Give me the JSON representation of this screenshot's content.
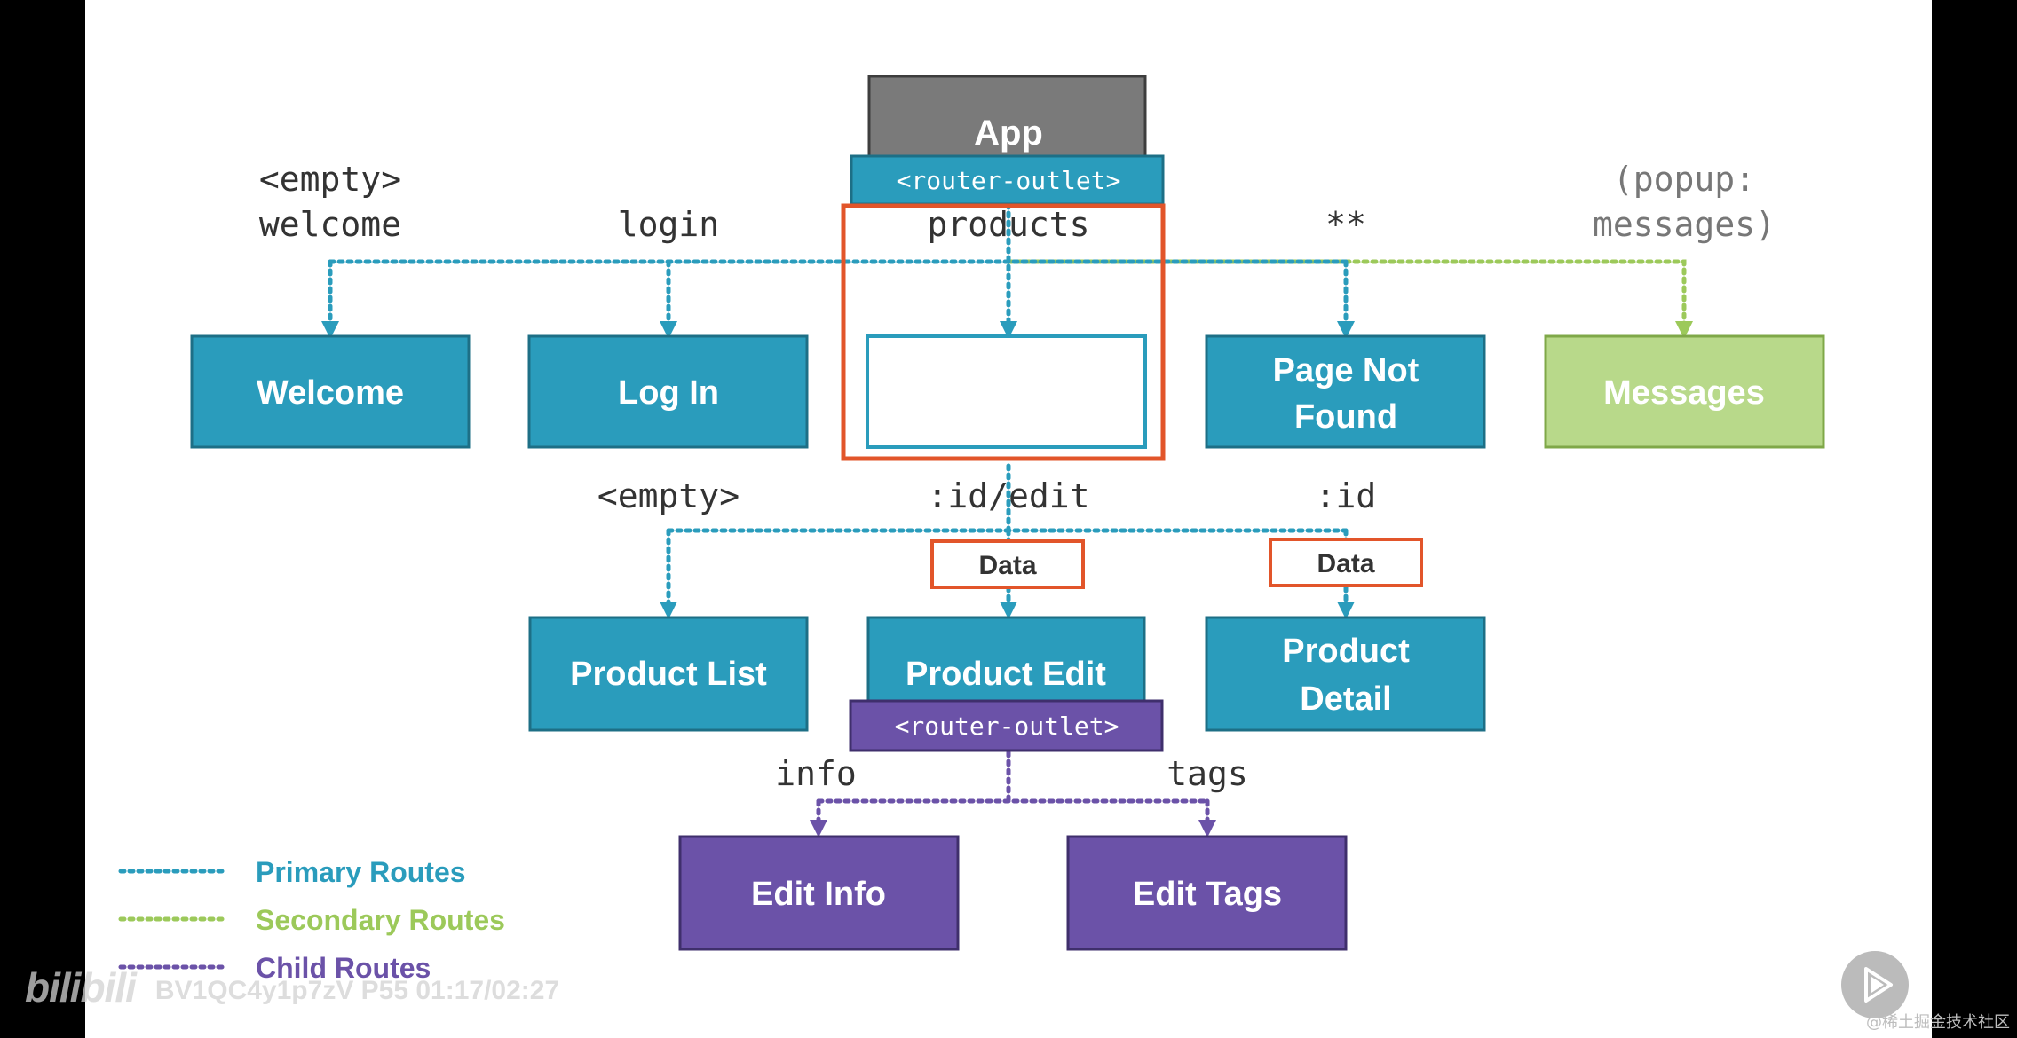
{
  "colors": {
    "primary": "#2a9cbc",
    "secondary": "#9cc95a",
    "secondary_fill": "#b8d98a",
    "child": "#6b52a8",
    "app": "#7a7a7a",
    "highlight": "#e2552a",
    "label": "#333333"
  },
  "boxes": {
    "app": "App",
    "app_outlet": "<router-outlet>",
    "welcome": "Welcome",
    "login": "Log In",
    "page_not_found": [
      "Page Not",
      "Found"
    ],
    "messages": "Messages",
    "product_list": "Product List",
    "product_edit": "Product Edit",
    "edit_outlet": "<router-outlet>",
    "product_detail": [
      "Product",
      "Detail"
    ],
    "edit_info": "Edit Info",
    "edit_tags": "Edit Tags",
    "data_edit": "Data",
    "data_detail": "Data"
  },
  "route_labels": {
    "welcome": [
      "<empty>",
      "welcome"
    ],
    "login": "login",
    "products": "products",
    "wildcard": "**",
    "popup": [
      "(popup:",
      "messages)"
    ],
    "product_list": "<empty>",
    "product_edit": ":id/edit",
    "product_detail": ":id",
    "info": "info",
    "tags": "tags"
  },
  "legend": {
    "primary": "Primary Routes",
    "secondary": "Secondary Routes",
    "child": "Child Routes"
  },
  "watermark": {
    "logo": "bilibili",
    "video": "BV1QC4y1p7zV P55 01:17/02:27"
  },
  "corner_watermark": "@稀土掘金技术社区",
  "icons": {
    "play": "play-icon"
  }
}
